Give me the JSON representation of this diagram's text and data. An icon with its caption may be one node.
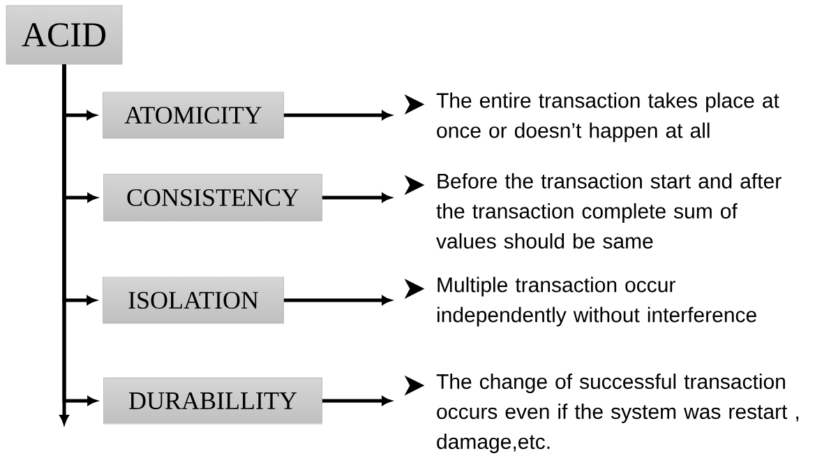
{
  "diagram": {
    "nodes": [
      {
        "text": [
          "ACID"
        ]
      },
      {
        "text": [
          "ATOMICITY"
        ]
      },
      {
        "text": [
          "CONSISTENCY"
        ]
      },
      {
        "text": [
          "ISOLATION"
        ]
      },
      {
        "text": [
          "DURABILLITY"
        ]
      },
      {
        "text": [
          "The entire transaction takes place at once or doesn’t happen at all"
        ]
      },
      {
        "text": [
          "Before the transaction start and after the transaction complete sum of values should be same"
        ]
      },
      {
        "text": [
          "Multiple transaction occur independently without interference"
        ]
      },
      {
        "text": [
          "The change of successful transaction occurs even if the system was restart , damage,etc."
        ]
      }
    ],
    "edges": [
      {
        "from": 0,
        "to": 1,
        "arrow": "to"
      },
      {
        "from": 0,
        "to": 2,
        "arrow": "to"
      },
      {
        "from": 0,
        "to": 3,
        "arrow": "to"
      },
      {
        "from": 0,
        "to": 4,
        "arrow": "to"
      },
      {
        "from": 0,
        "to": null,
        "arrow": "to"
      },
      {
        "from": 1,
        "to": 5,
        "arrow": "to"
      },
      {
        "from": 2,
        "to": 6,
        "arrow": "to"
      },
      {
        "from": 3,
        "to": 7,
        "arrow": "to"
      },
      {
        "from": 4,
        "to": 8,
        "arrow": "to"
      }
    ]
  }
}
